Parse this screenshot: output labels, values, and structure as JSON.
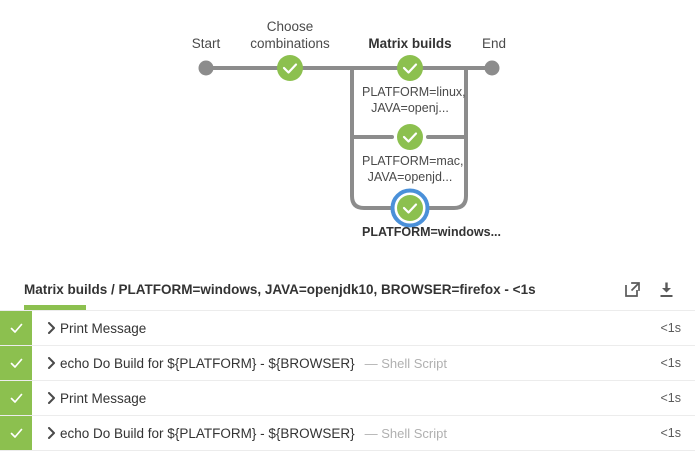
{
  "graph": {
    "stages": [
      {
        "label": "Start",
        "selected": false,
        "type": "terminal"
      },
      {
        "label": "Choose\ncombinations",
        "selected": false,
        "type": "stage"
      },
      {
        "label": "Matrix builds",
        "selected": true,
        "type": "stage"
      },
      {
        "label": "End",
        "selected": false,
        "type": "terminal"
      }
    ],
    "matrix_nodes": [
      {
        "label": "PLATFORM=linux, JAVA=openj...",
        "status": "success",
        "selected": false
      },
      {
        "label": "PLATFORM=mac, JAVA=openjd...",
        "status": "success",
        "selected": false
      },
      {
        "label": "PLATFORM=windows...",
        "status": "success",
        "selected": true
      }
    ],
    "colors": {
      "success": "#8cc04f",
      "connector": "#8c8c8c",
      "terminal_dot": "#8c8c8c",
      "selected_ring": "#4a90d9"
    },
    "icons": {
      "node_status": "check-icon",
      "terminal": "dot-icon"
    }
  },
  "log": {
    "header": {
      "title": "Matrix builds / PLATFORM=windows, JAVA=openjdk10, BROWSER=firefox - <1s",
      "open_in_new_icon": "external-link-icon",
      "download_icon": "download-icon",
      "accent_color": "#8cc04f"
    },
    "rows": [
      {
        "status": "success",
        "status_icon": "check-icon",
        "chevron_icon": "chevron-right-icon",
        "title": "Print Message",
        "subtitle": "",
        "duration": "<1s"
      },
      {
        "status": "success",
        "status_icon": "check-icon",
        "chevron_icon": "chevron-right-icon",
        "title": "echo Do Build for ${PLATFORM} - ${BROWSER}",
        "subtitle": "— Shell Script",
        "duration": "<1s"
      },
      {
        "status": "success",
        "status_icon": "check-icon",
        "chevron_icon": "chevron-right-icon",
        "title": "Print Message",
        "subtitle": "",
        "duration": "<1s"
      },
      {
        "status": "success",
        "status_icon": "check-icon",
        "chevron_icon": "chevron-right-icon",
        "title": "echo Do Build for ${PLATFORM} - ${BROWSER}",
        "subtitle": "— Shell Script",
        "duration": "<1s"
      }
    ]
  }
}
